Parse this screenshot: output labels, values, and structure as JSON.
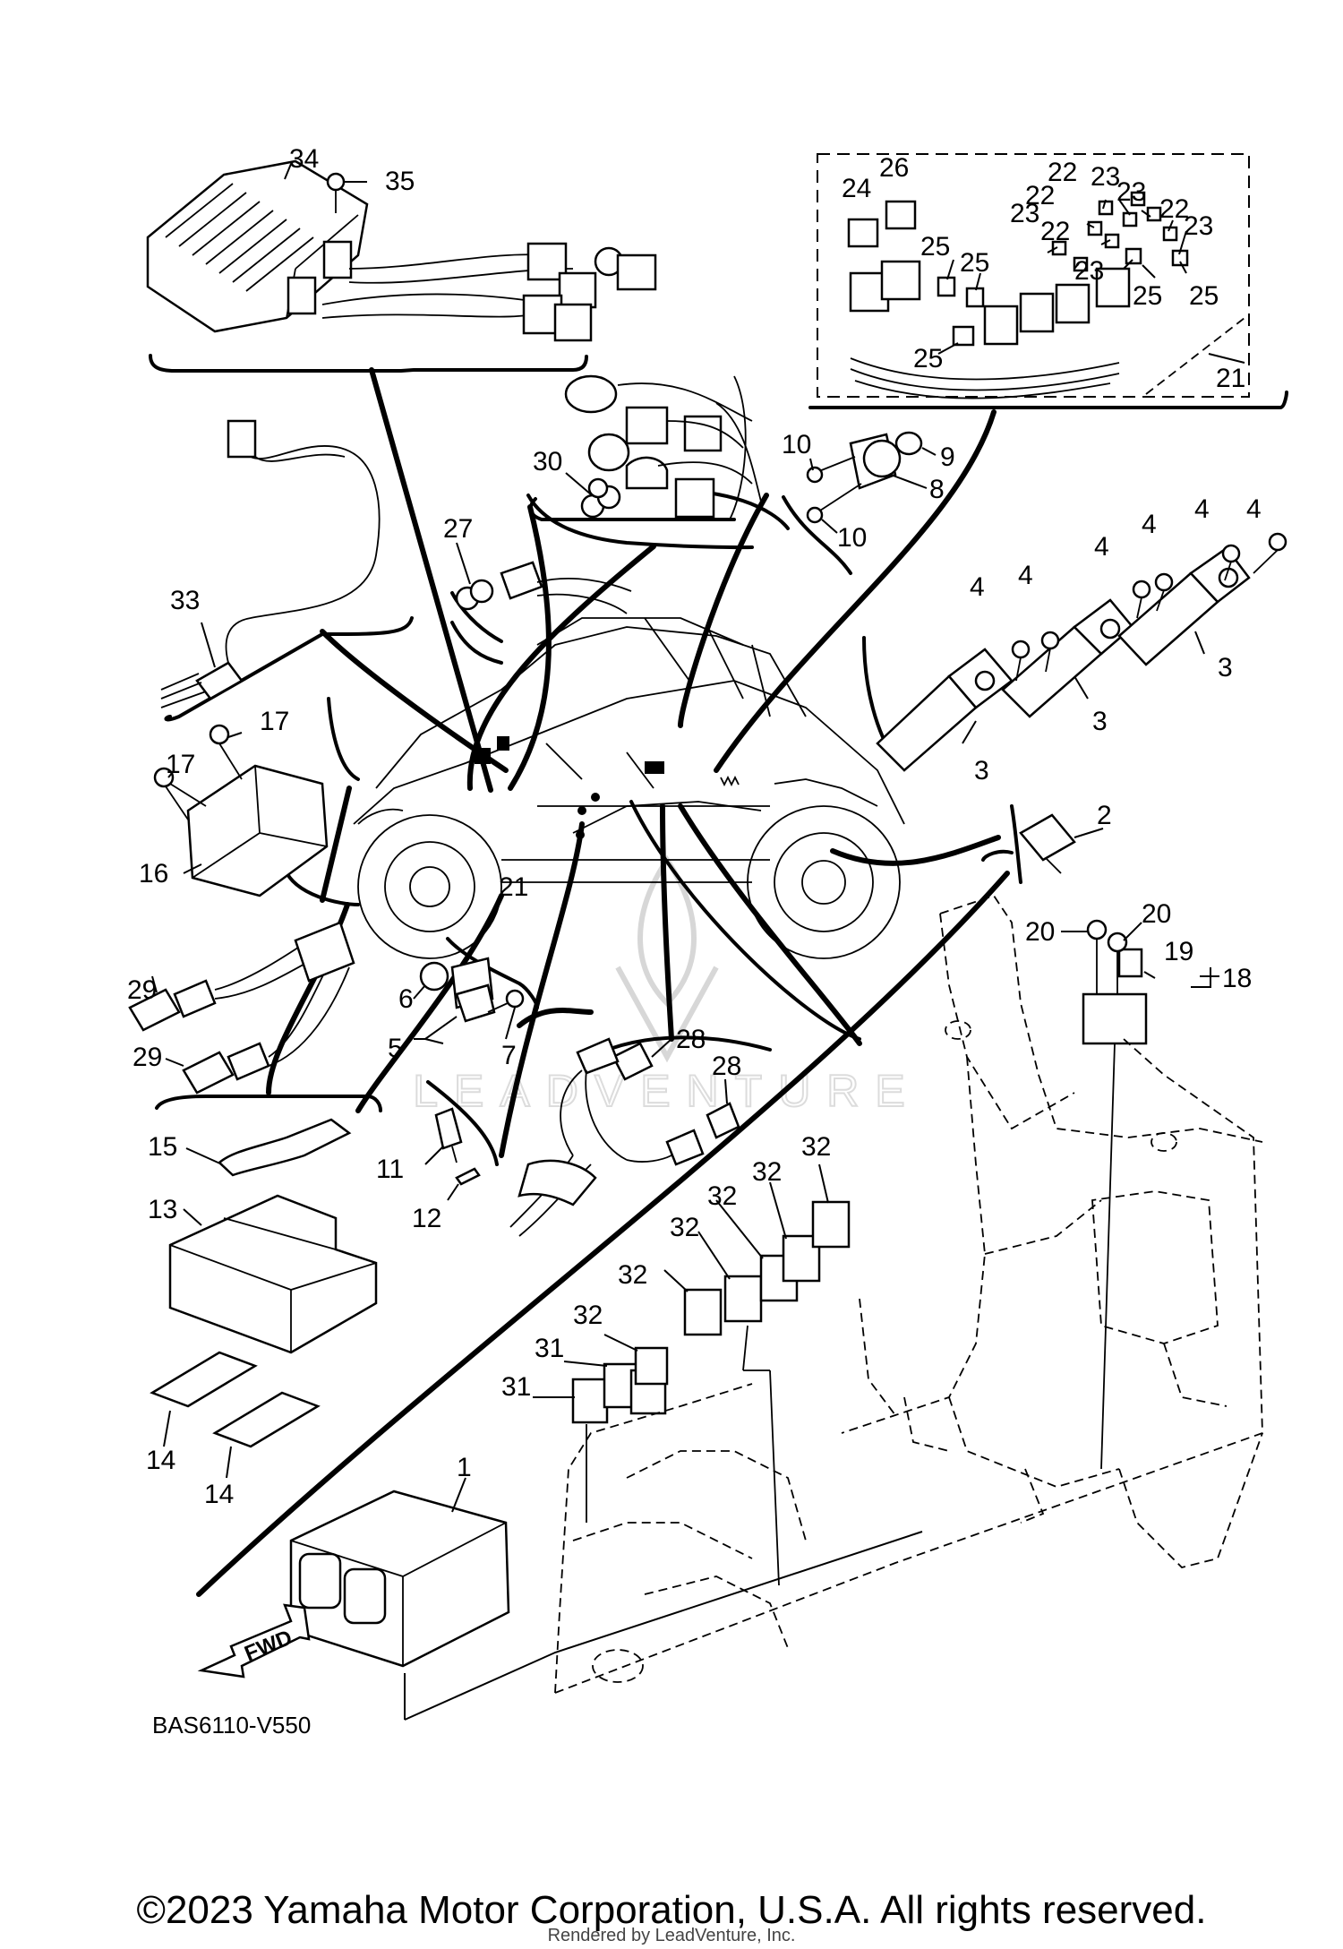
{
  "diagram": {
    "code": "BAS6110-V550",
    "fwd_label": "FWD",
    "watermark": "LEADVENTURE",
    "callouts": [
      {
        "id": "c1",
        "label": "1"
      },
      {
        "id": "c2",
        "label": "2"
      },
      {
        "id": "c3a",
        "label": "3"
      },
      {
        "id": "c3b",
        "label": "3"
      },
      {
        "id": "c3c",
        "label": "3"
      },
      {
        "id": "c4a",
        "label": "4"
      },
      {
        "id": "c4b",
        "label": "4"
      },
      {
        "id": "c4c",
        "label": "4"
      },
      {
        "id": "c4d",
        "label": "4"
      },
      {
        "id": "c4e",
        "label": "4"
      },
      {
        "id": "c4f",
        "label": "4"
      },
      {
        "id": "c5",
        "label": "5"
      },
      {
        "id": "c6",
        "label": "6"
      },
      {
        "id": "c7",
        "label": "7"
      },
      {
        "id": "c8",
        "label": "8"
      },
      {
        "id": "c9",
        "label": "9"
      },
      {
        "id": "c10a",
        "label": "10"
      },
      {
        "id": "c10b",
        "label": "10"
      },
      {
        "id": "c11",
        "label": "11"
      },
      {
        "id": "c12",
        "label": "12"
      },
      {
        "id": "c13",
        "label": "13"
      },
      {
        "id": "c14a",
        "label": "14"
      },
      {
        "id": "c14b",
        "label": "14"
      },
      {
        "id": "c15",
        "label": "15"
      },
      {
        "id": "c16",
        "label": "16"
      },
      {
        "id": "c17a",
        "label": "17"
      },
      {
        "id": "c17b",
        "label": "17"
      },
      {
        "id": "c18",
        "label": "18"
      },
      {
        "id": "c19",
        "label": "19"
      },
      {
        "id": "c20a",
        "label": "20"
      },
      {
        "id": "c20b",
        "label": "20"
      },
      {
        "id": "c21a",
        "label": "21"
      },
      {
        "id": "c21b",
        "label": "21"
      },
      {
        "id": "c22a",
        "label": "22"
      },
      {
        "id": "c22b",
        "label": "22"
      },
      {
        "id": "c22c",
        "label": "22"
      },
      {
        "id": "c22d",
        "label": "22"
      },
      {
        "id": "c23a",
        "label": "23"
      },
      {
        "id": "c23b",
        "label": "23"
      },
      {
        "id": "c23c",
        "label": "23"
      },
      {
        "id": "c23d",
        "label": "23"
      },
      {
        "id": "c23e",
        "label": "23"
      },
      {
        "id": "c24",
        "label": "24"
      },
      {
        "id": "c25a",
        "label": "25"
      },
      {
        "id": "c25b",
        "label": "25"
      },
      {
        "id": "c25c",
        "label": "25"
      },
      {
        "id": "c25d",
        "label": "25"
      },
      {
        "id": "c25e",
        "label": "25"
      },
      {
        "id": "c26",
        "label": "26"
      },
      {
        "id": "c27",
        "label": "27"
      },
      {
        "id": "c28a",
        "label": "28"
      },
      {
        "id": "c28b",
        "label": "28"
      },
      {
        "id": "c29a",
        "label": "29"
      },
      {
        "id": "c29b",
        "label": "29"
      },
      {
        "id": "c30",
        "label": "30"
      },
      {
        "id": "c31a",
        "label": "31"
      },
      {
        "id": "c31b",
        "label": "31"
      },
      {
        "id": "c32a",
        "label": "32"
      },
      {
        "id": "c32b",
        "label": "32"
      },
      {
        "id": "c32c",
        "label": "32"
      },
      {
        "id": "c32d",
        "label": "32"
      },
      {
        "id": "c32e",
        "label": "32"
      },
      {
        "id": "c32f",
        "label": "32"
      },
      {
        "id": "c33",
        "label": "33"
      },
      {
        "id": "c34",
        "label": "34"
      },
      {
        "id": "c35",
        "label": "35"
      }
    ]
  },
  "footer": {
    "copyright": "©2023 Yamaha Motor Corporation, U.S.A. All rights reserved.",
    "rendered_by": "Rendered by LeadVenture, Inc."
  }
}
